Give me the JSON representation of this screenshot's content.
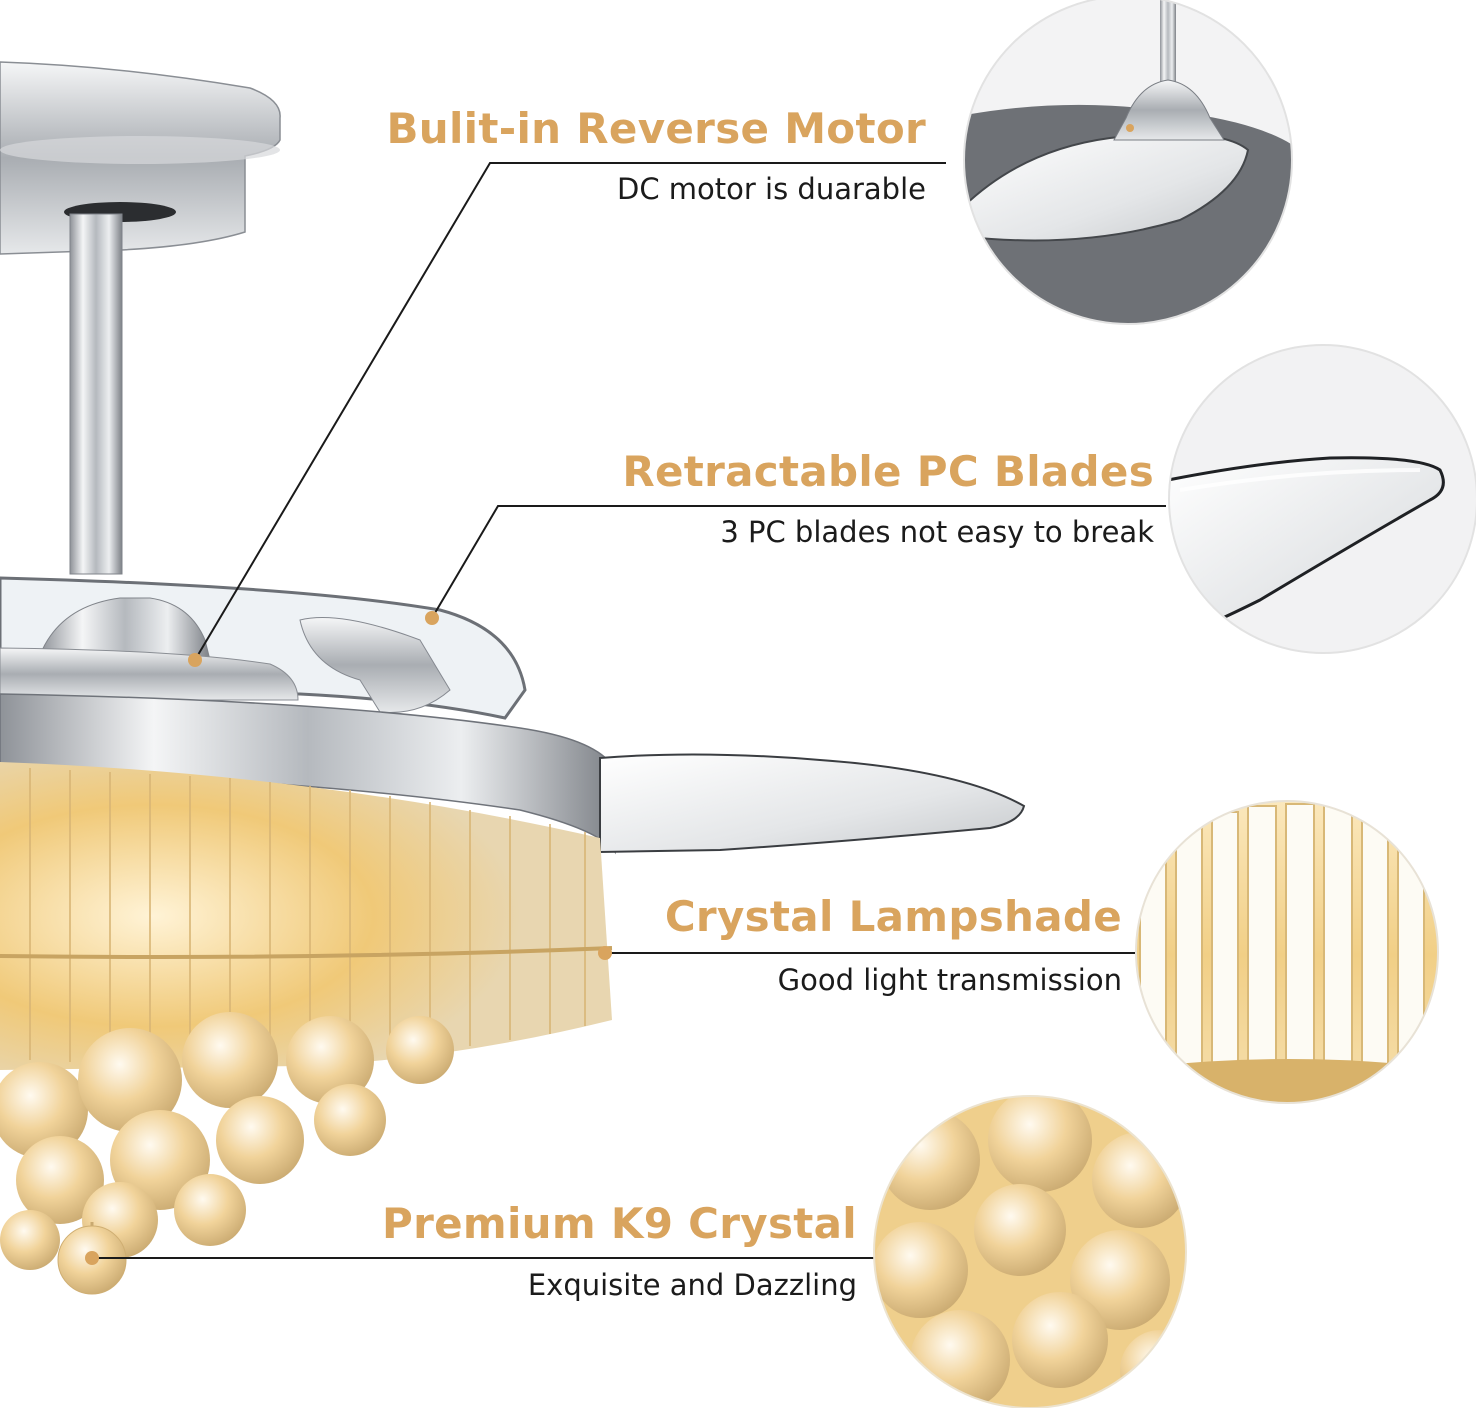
{
  "features": [
    {
      "title": "Bulit-in Reverse Motor",
      "subtitle": "DC motor is duarable"
    },
    {
      "title": "Retractable PC Blades",
      "subtitle": "3 PC blades not easy to break"
    },
    {
      "title": "Crystal Lampshade",
      "subtitle": "Good light transmission"
    },
    {
      "title": "Premium K9 Crystal",
      "subtitle": "Exquisite and Dazzling"
    }
  ],
  "colors": {
    "accent": "#d9a45e",
    "text": "#1b1b1b",
    "chrome": "#c9ccd0",
    "crystal": "#f3d9a0"
  }
}
